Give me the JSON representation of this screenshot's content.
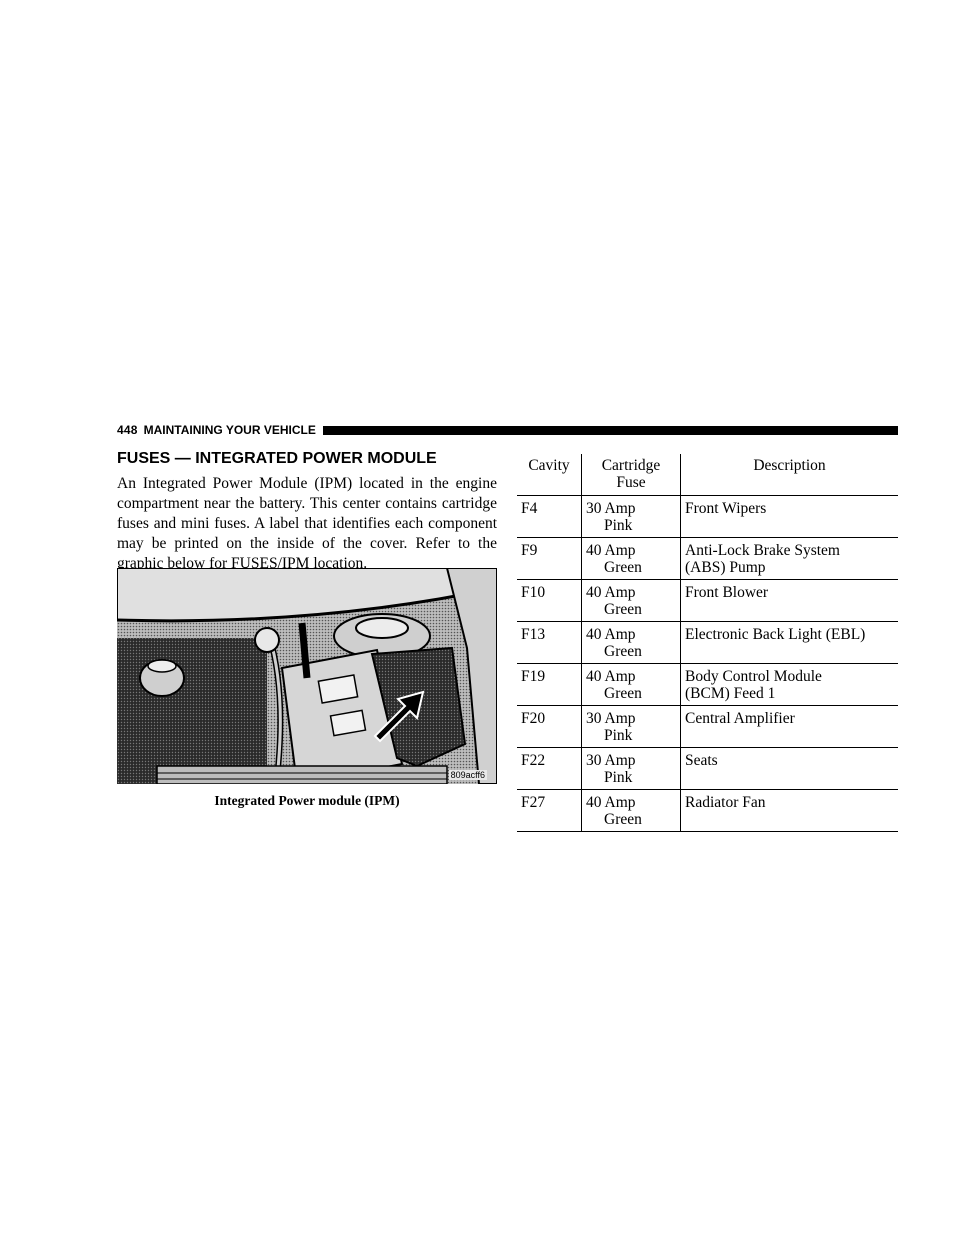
{
  "header": {
    "page_number": "448",
    "section": "MAINTAINING YOUR VEHICLE"
  },
  "section": {
    "title": "FUSES — INTEGRATED POWER MODULE",
    "body": "An Integrated Power Module (IPM) located in the engine compartment near the battery. This center contains cartridge fuses and mini fuses. A label that identifies each component may be printed on the inside of the cover. Refer to the graphic below for FUSES/IPM location."
  },
  "figure": {
    "image_code": "809acff6",
    "caption": "Integrated Power module (IPM)"
  },
  "fuse_table": {
    "headers": {
      "cavity": "Cavity",
      "cartridge_line1": "Cartridge",
      "cartridge_line2": "Fuse",
      "description": "Description"
    },
    "rows": [
      {
        "cavity": "F4",
        "amp": "30 Amp",
        "color": "Pink",
        "desc_line1": "Front Wipers",
        "desc_line2": ""
      },
      {
        "cavity": "F9",
        "amp": "40 Amp",
        "color": "Green",
        "desc_line1": "Anti-Lock Brake System",
        "desc_line2": "(ABS) Pump"
      },
      {
        "cavity": "F10",
        "amp": "40 Amp",
        "color": "Green",
        "desc_line1": "Front Blower",
        "desc_line2": ""
      },
      {
        "cavity": "F13",
        "amp": "40 Amp",
        "color": "Green",
        "desc_line1": "Electronic Back Light (EBL)",
        "desc_line2": ""
      },
      {
        "cavity": "F19",
        "amp": "40 Amp",
        "color": "Green",
        "desc_line1": "Body Control Module",
        "desc_line2": "(BCM) Feed 1"
      },
      {
        "cavity": "F20",
        "amp": "30 Amp",
        "color": "Pink",
        "desc_line1": "Central Amplifier",
        "desc_line2": ""
      },
      {
        "cavity": "F22",
        "amp": "30 Amp",
        "color": "Pink",
        "desc_line1": "Seats",
        "desc_line2": ""
      },
      {
        "cavity": "F27",
        "amp": "40 Amp",
        "color": "Green",
        "desc_line1": "Radiator Fan",
        "desc_line2": ""
      }
    ]
  }
}
